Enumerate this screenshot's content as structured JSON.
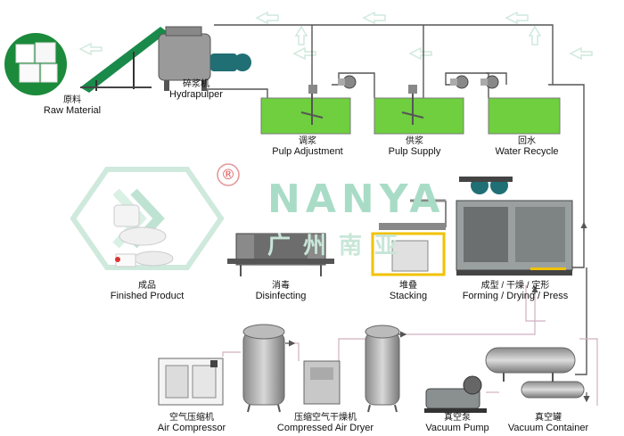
{
  "brand": {
    "logo_text": "NANYA",
    "logo_sub": "广州南亚",
    "registered_mark": "®",
    "watermark_color": "#a9dcc7",
    "accent_red": "#e06060"
  },
  "labels": {
    "raw_material": {
      "zh": "原料",
      "en": "Raw Material"
    },
    "hydrapulper": {
      "zh": "碎浆机",
      "en": "Hydrapulper"
    },
    "pulp_adjustment": {
      "zh": "调浆",
      "en": "Pulp Adjustment"
    },
    "pulp_supply": {
      "zh": "供浆",
      "en": "Pulp Supply"
    },
    "water_recycle": {
      "zh": "回水",
      "en": "Water Recycle"
    },
    "finished_product": {
      "zh": "成品",
      "en": "Finished Product"
    },
    "disinfecting": {
      "zh": "消毒",
      "en": "Disinfecting"
    },
    "stacking": {
      "zh": "堆叠",
      "en": "Stacking"
    },
    "forming": {
      "zh": "成型 / 干燥 / 定形",
      "en": "Forming / Drying / Press"
    },
    "air_compressor": {
      "zh": "空气压缩机",
      "en": "Air Compressor"
    },
    "air_dryer": {
      "zh": "压缩空气干燥机",
      "en": "Compressed Air Dryer"
    },
    "vacuum_pump": {
      "zh": "真空泵",
      "en": "Vacuum Pump"
    },
    "vacuum_container": {
      "zh": "真空罐",
      "en": "Vacuum Container"
    }
  },
  "colors": {
    "pipe": "#555555",
    "water": "#6fcf3f",
    "tank_wall": "#7a7a7a",
    "machine_grey": "#9a9a9a",
    "machine_teal": "#1f6f74",
    "frame_yellow": "#f2c200"
  }
}
